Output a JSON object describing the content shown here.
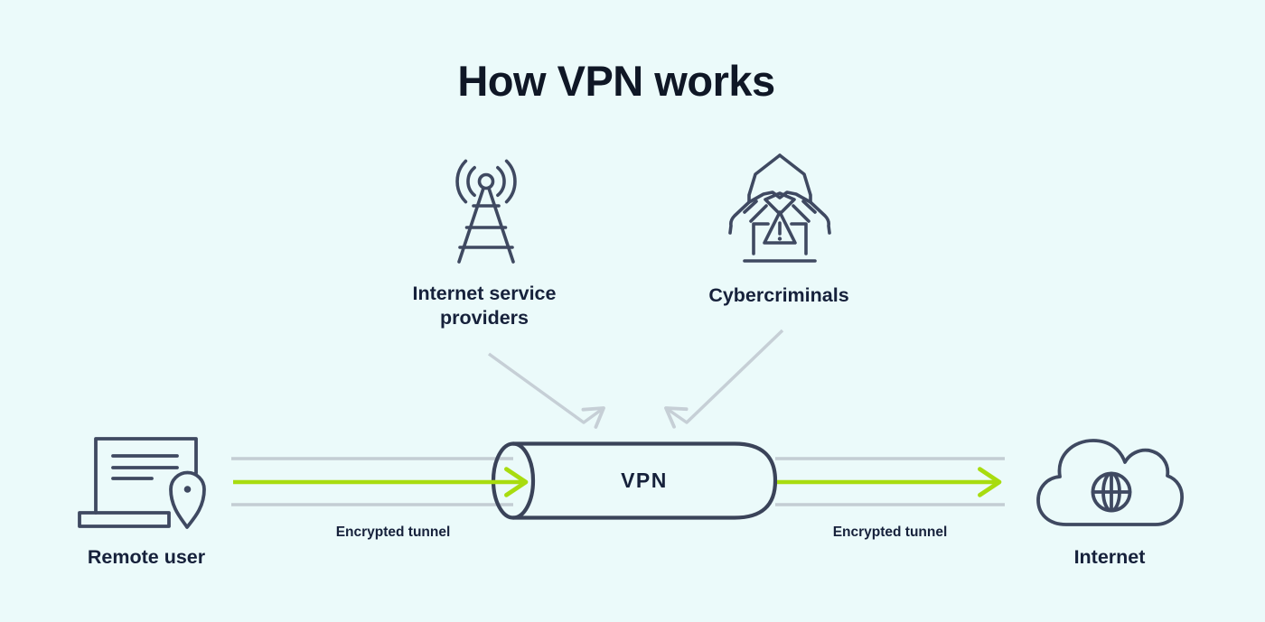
{
  "title": "How VPN works",
  "colors": {
    "background": "#ebfafa",
    "icon_stroke": "#3f4961",
    "tunnel_stroke": "#3a4359",
    "text_navy": "#16213b",
    "green_accent": "#a8dc0f",
    "gray_line": "#c3cdd3",
    "gray_arrow": "#c6cfd6"
  },
  "nodes": {
    "remote_user": {
      "label": "Remote user",
      "icon": "laptop-location-pin-icon"
    },
    "isp": {
      "label": "Internet service providers",
      "icon": "radio-tower-icon"
    },
    "cybercriminals": {
      "label": "Cybercriminals",
      "icon": "hacker-laptop-warning-icon"
    },
    "vpn_tunnel": {
      "label": "VPN",
      "icon": "tunnel-cylinder"
    },
    "internet": {
      "label": "Internet",
      "icon": "cloud-globe-icon"
    }
  },
  "flows": {
    "left_tunnel_label": "Encrypted tunnel",
    "right_tunnel_label": "Encrypted tunnel"
  }
}
